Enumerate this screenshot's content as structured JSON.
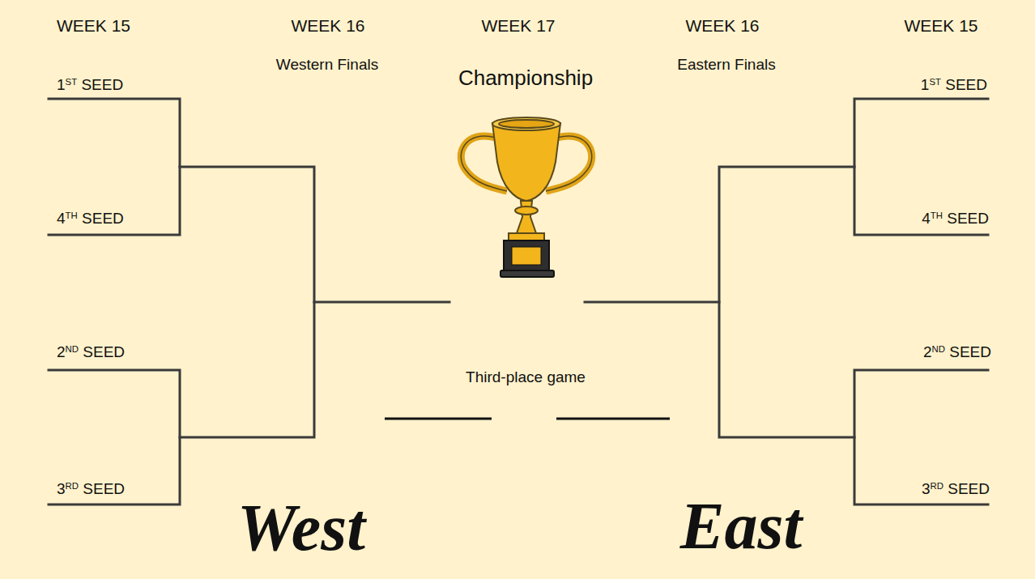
{
  "diagram": {
    "labels": [
      "WEEK 15",
      "WEEK 16",
      "WEEK 17",
      "WEEK 16",
      "WEEK 15",
      "Western Finals",
      "Championship",
      "Eastern Finals",
      "1ST SEED",
      "1ST SEED",
      "4TH SEED",
      "4TH SEED",
      "2ND SEED",
      "2ND SEED",
      "3RD SEED",
      "3RD SEED",
      "Third-place game",
      "West",
      "East"
    ]
  }
}
